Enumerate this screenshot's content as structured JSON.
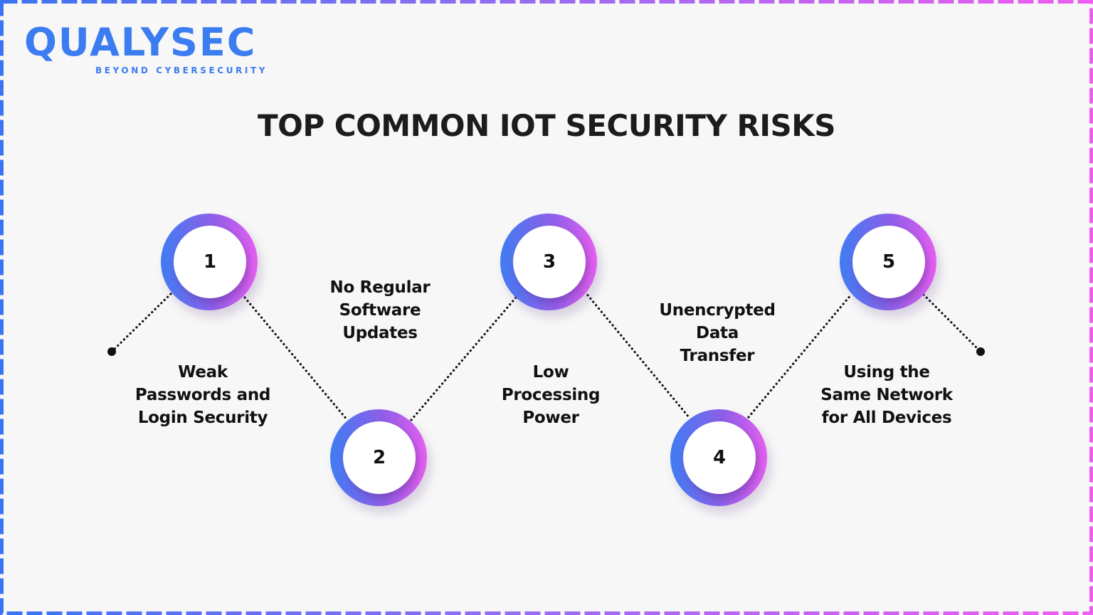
{
  "brand": {
    "name": "QUALYSEC",
    "tagline": "BEYOND CYBERSECURITY",
    "color": "#3b7cf0"
  },
  "title": "TOP COMMON IOT SECURITY RISKS",
  "colors": {
    "gradient_start": "#3f7cf2",
    "gradient_end": "#e65ff0",
    "background": "#f7f7f7",
    "text": "#111111"
  },
  "risks": [
    {
      "number": "1",
      "label_lines": [
        "Weak",
        "Passwords and",
        "Login Security"
      ]
    },
    {
      "number": "2",
      "label_lines": [
        "No Regular",
        "Software",
        "Updates"
      ]
    },
    {
      "number": "3",
      "label_lines": [
        "Low",
        "Processing",
        "Power"
      ]
    },
    {
      "number": "4",
      "label_lines": [
        "Unencrypted",
        "Data",
        "Transfer"
      ]
    },
    {
      "number": "5",
      "label_lines": [
        "Using the",
        "Same Network",
        "for All Devices"
      ]
    }
  ]
}
